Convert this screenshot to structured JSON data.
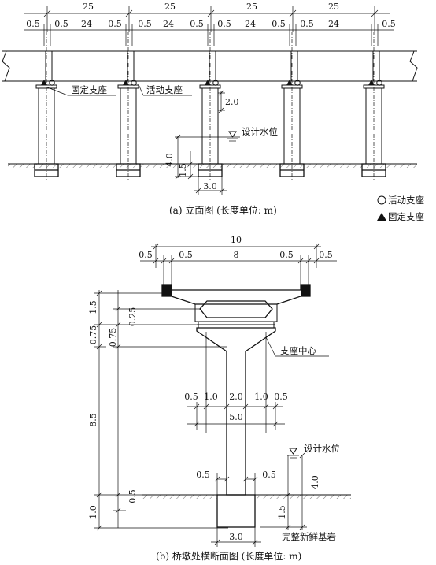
{
  "elevation": {
    "span_labels": [
      "25",
      "25",
      "25",
      "25"
    ],
    "segment_labels": [
      "0.5",
      "0.5",
      "24",
      "0.5",
      "0.5",
      "24",
      "0.5",
      "0.5",
      "24",
      "0.5",
      "0.5",
      "24",
      "0.5"
    ],
    "fixed_bearing_label": "固定支座",
    "movable_bearing_label": "活动支座",
    "pier_dim_top": "2.0",
    "water_level_label": "设计水位",
    "dim_4_0": "4.0",
    "dim_1_5": "1.5",
    "footing_width": "3.0",
    "caption": "(a) 立面图 (长度单位: m)"
  },
  "legend": {
    "movable": "活动支座",
    "fixed": "固定支座"
  },
  "cross_section": {
    "total_width": "10",
    "top_dims": [
      "0.5",
      "0.5",
      "8",
      "0.5",
      "0.5"
    ],
    "left_dims_outer": [
      "1.5",
      "0.75",
      "8.5",
      "1.0"
    ],
    "left_dims_inner": [
      "0.25",
      "0.75",
      "0.5"
    ],
    "bearing_center_label": "支座中心",
    "cap_dims": [
      "0.5",
      "1.0",
      "2.0",
      "1.0",
      "0.5"
    ],
    "cap_width": "5.0",
    "water_level_label": "设计水位",
    "col_dim_left": "0.5",
    "col_dim_right": "0.5",
    "dim_4_0": "4.0",
    "dim_1_5": "1.5",
    "bedrock_label": "完整新鲜基岩",
    "footing_width": "3.0",
    "caption": "(b) 桥墩处横断面图 (长度单位: m)"
  }
}
